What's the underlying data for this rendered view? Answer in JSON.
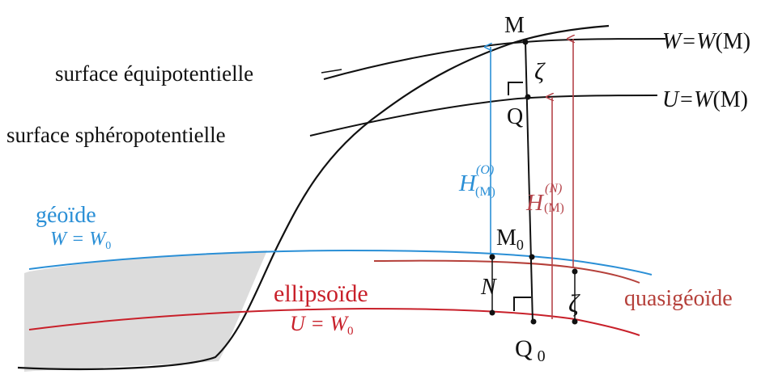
{
  "colors": {
    "black": "#111111",
    "geoid": "#2a8fd6",
    "ellipsoid": "#c8202a",
    "quasigeoid": "#b5403a",
    "normal_height": "#b5444a",
    "land_fill": "#dcdcdc"
  },
  "labels": {
    "point_M": "M",
    "point_Q": "Q",
    "point_M0": "M",
    "point_M0_sub": "0",
    "point_Q0": "Q",
    "point_Q0_sub": "0",
    "zeta_top": "ζ",
    "zeta_bottom": "ζ",
    "undulation_N": "N",
    "equipotential": "surface équipotentielle",
    "spheropotential": "surface sphéropotentielle",
    "curve_W_lhs": "W",
    "curve_W_rhs": "=W",
    "curve_W_arg": "(M)",
    "curve_U_lhs": "U",
    "curve_U_rhs": "=W",
    "curve_U_arg": "(M)",
    "geoid": "géoïde",
    "geoid_eq_lhs": "W",
    "geoid_eq_rhs": " = W",
    "geoid_eq_sub": "0",
    "ellipsoid": "ellipsoïde",
    "ellipsoid_eq_lhs": "U",
    "ellipsoid_eq_rhs": " = W",
    "ellipsoid_eq_sub": "0",
    "quasigeoid": "quasigéoïde",
    "orthometric_H": "H",
    "orthometric_sup": "(O)",
    "orthometric_sub": "(M)",
    "normal_H": "H",
    "normal_sup": "(N)",
    "normal_sub": "(M)"
  }
}
